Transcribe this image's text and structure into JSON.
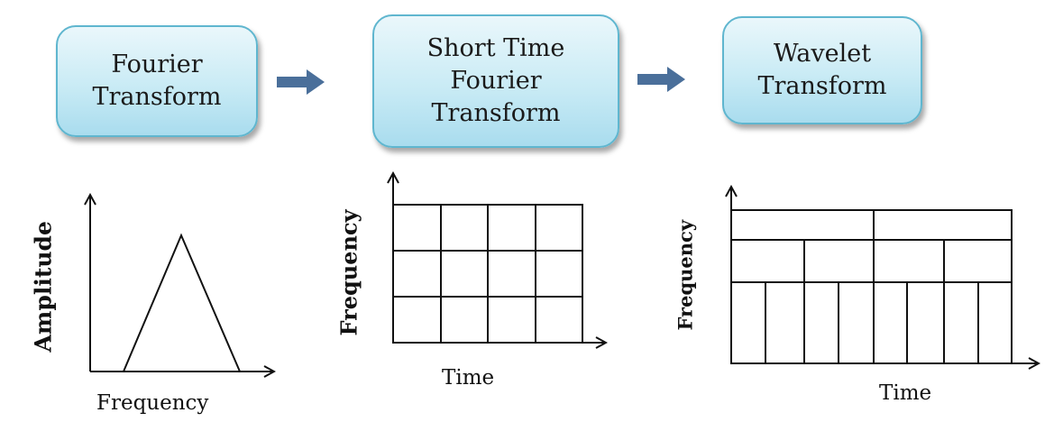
{
  "boxes": {
    "fourier": {
      "line1": "Fourier",
      "line2": "Transform"
    },
    "stft": {
      "line1": "Short Time",
      "line2": "Fourier",
      "line3": "Transform"
    },
    "wavelet": {
      "line1": "Wavelet",
      "line2": "Transform"
    }
  },
  "plots": {
    "fourier": {
      "y_label": "Amplitude",
      "x_label": "Frequency"
    },
    "stft": {
      "y_label": "Frequency",
      "x_label": "Time"
    },
    "wavelet": {
      "y_label": "Frequency",
      "x_label": "Time"
    }
  },
  "colors": {
    "arrow": "#4a6f9a",
    "box_border": "#5fb6cf",
    "line": "#111111"
  }
}
